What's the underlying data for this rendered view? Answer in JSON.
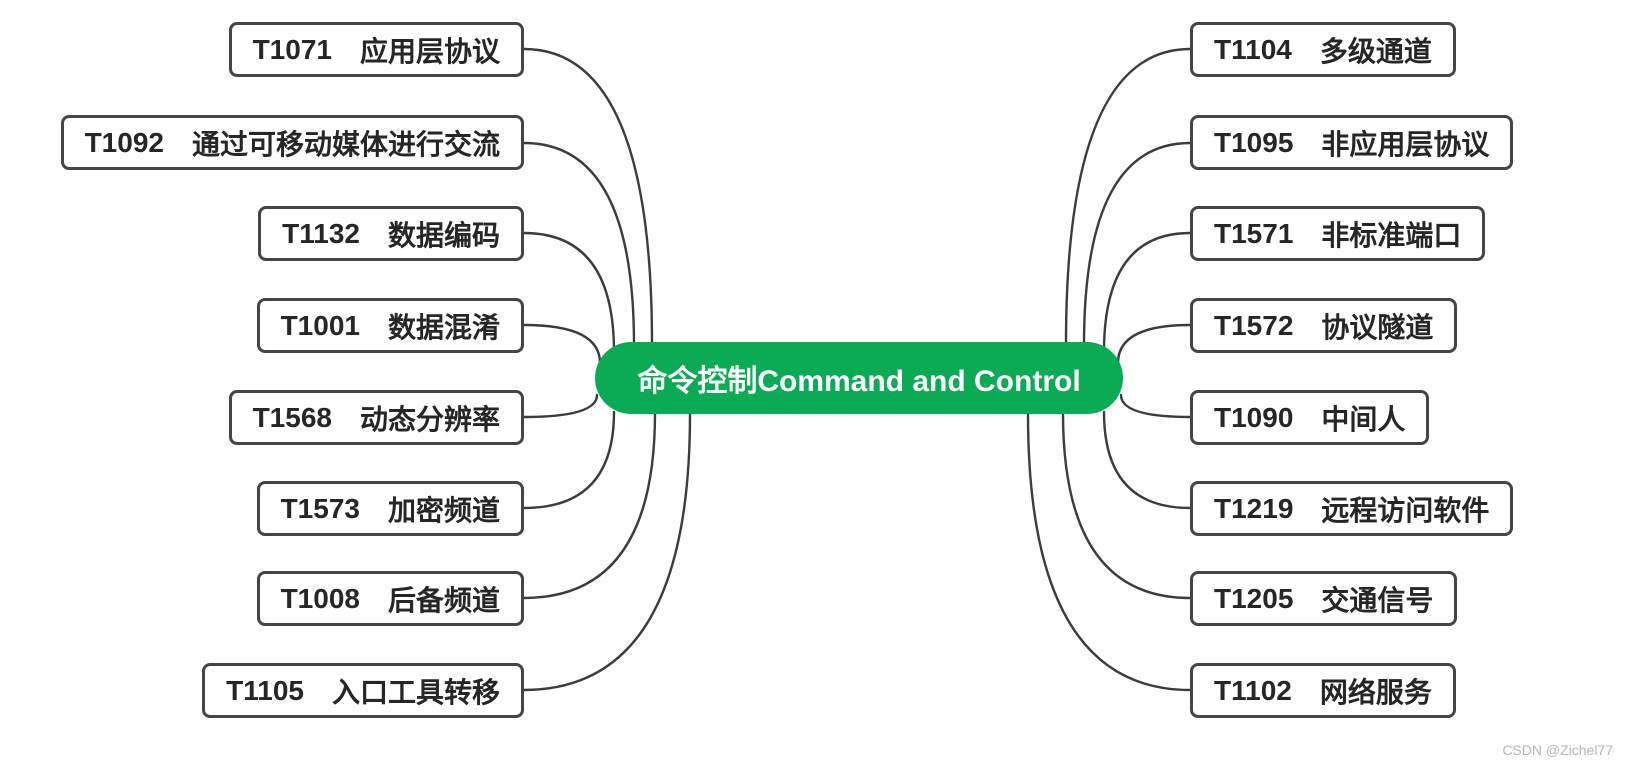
{
  "colors": {
    "accent_green": "#0bab55",
    "box_border": "#454545",
    "box_text": "#262626",
    "connector": "#3c3c3c",
    "watermark_gray": "#b5b5bf"
  },
  "center_node": {
    "label": "命令控制Command and Control"
  },
  "left_branch": {
    "items": [
      {
        "id": "T1071",
        "label": "应用层协议"
      },
      {
        "id": "T1092",
        "label": "通过可移动媒体进行交流"
      },
      {
        "id": "T1132",
        "label": "数据编码"
      },
      {
        "id": "T1001",
        "label": "数据混淆"
      },
      {
        "id": "T1568",
        "label": "动态分辨率"
      },
      {
        "id": "T1573",
        "label": "加密频道"
      },
      {
        "id": "T1008",
        "label": "后备频道"
      },
      {
        "id": "T1105",
        "label": "入口工具转移"
      }
    ]
  },
  "right_branch": {
    "items": [
      {
        "id": "T1104",
        "label": "多级通道"
      },
      {
        "id": "T1095",
        "label": "非应用层协议"
      },
      {
        "id": "T1571",
        "label": "非标准端口"
      },
      {
        "id": "T1572",
        "label": "协议隧道"
      },
      {
        "id": "T1090",
        "label": "中间人"
      },
      {
        "id": "T1219",
        "label": "远程访问软件"
      },
      {
        "id": "T1205",
        "label": "交通信号"
      },
      {
        "id": "T1102",
        "label": "网络服务"
      }
    ]
  },
  "watermark": "CSDN @Zichel77"
}
